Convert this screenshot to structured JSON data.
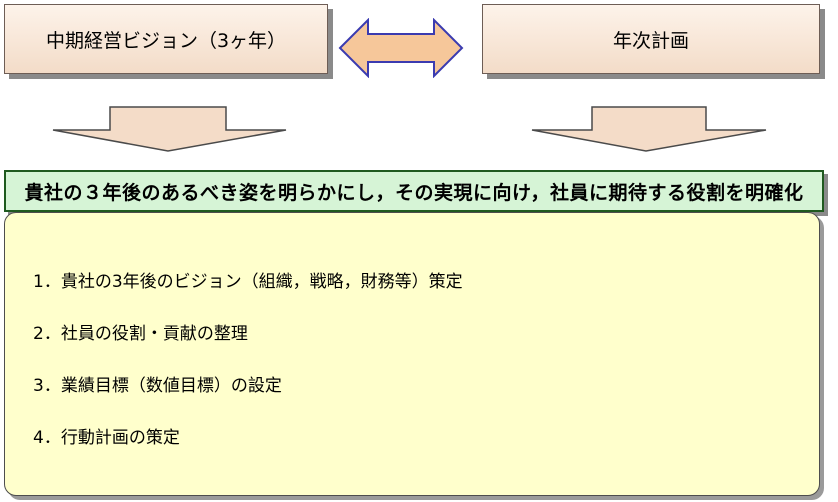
{
  "top_left_box": {
    "label": "中期経営ビジョン（3ヶ年）"
  },
  "top_right_box": {
    "label": "年次計画"
  },
  "banner": {
    "text": "貴社の３年後のあるべき姿を明らかにし，その実現に向け，社員に期待する役割を明確化"
  },
  "steps": [
    "1．貴社の3年後のビジョン（組織，戦略，財務等）策定",
    "2．社員の役割・貢献の整理",
    "3．業績目標（数値目標）の設定",
    "4．行動計画の策定"
  ],
  "colors": {
    "top_box_fill": "#f3dcc8",
    "double_arrow_fill": "#f6c79a",
    "double_arrow_stroke": "#3b3bb0",
    "down_arrow_fill": "#f4dcc8",
    "banner_fill": "#d6f4d6",
    "banner_border": "#1f5a1f",
    "panel_fill": "#ffffcc"
  }
}
